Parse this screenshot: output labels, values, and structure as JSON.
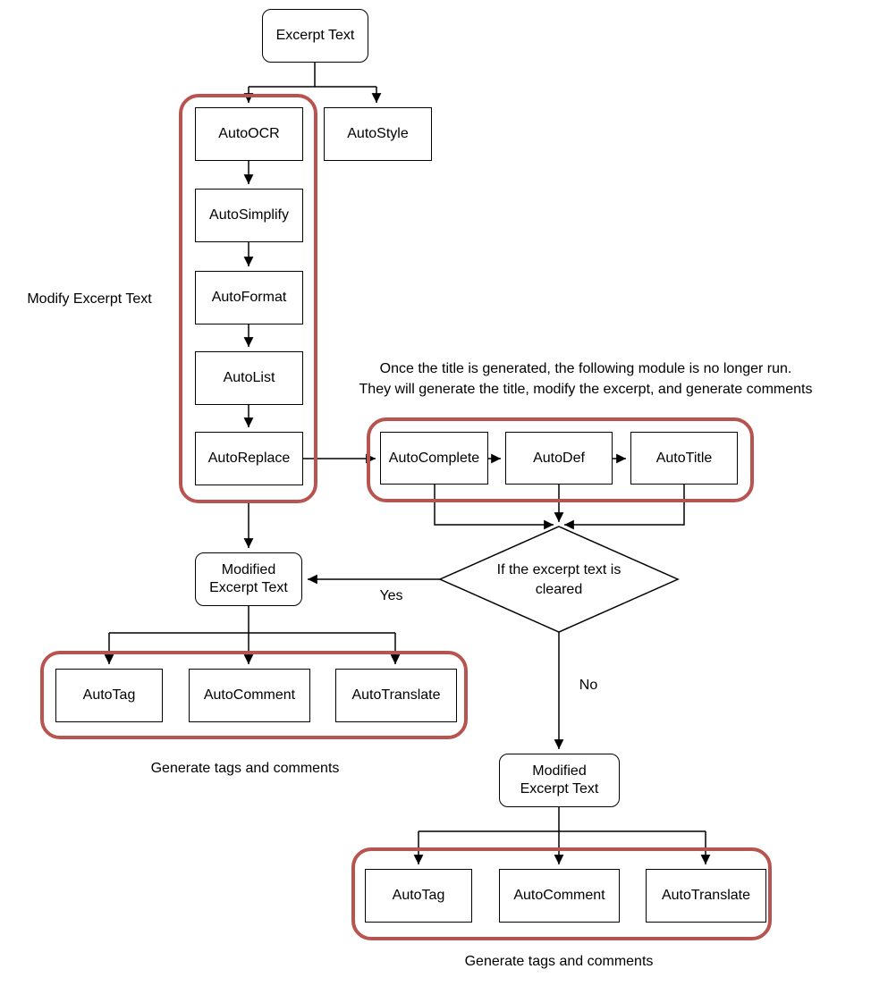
{
  "diagram": {
    "nodes": {
      "excerpt_text": "Excerpt Text",
      "auto_ocr": "AutoOCR",
      "auto_simplify": "AutoSimplify",
      "auto_format": "AutoFormat",
      "auto_list": "AutoList",
      "auto_replace": "AutoReplace",
      "auto_style": "AutoStyle",
      "auto_complete": "AutoComplete",
      "auto_def": "AutoDef",
      "auto_title": "AutoTitle",
      "modified_excerpt_left": "Modified Excerpt Text",
      "modified_excerpt_right": "Modified Excerpt Text",
      "auto_tag_left": "AutoTag",
      "auto_comment_left": "AutoComment",
      "auto_translate_left": "AutoTranslate",
      "auto_tag_right": "AutoTag",
      "auto_comment_right": "AutoComment",
      "auto_translate_right": "AutoTranslate"
    },
    "decision": {
      "line1": "If the excerpt text is",
      "line2": "cleared"
    },
    "edge_labels": {
      "yes": "Yes",
      "no": "No"
    },
    "annotations": {
      "modify_excerpt": "Modify Excerpt Text",
      "note_line1": "Once the title is generated, the following module is no longer run.",
      "note_line2": "They will generate the title, modify the excerpt, and generate comments",
      "generate_tags_left": "Generate tags and comments",
      "generate_tags_right": "Generate tags and comments"
    },
    "colors": {
      "group_border": "#b85450",
      "node_border": "#000000",
      "connector": "#000000",
      "background": "#ffffff"
    }
  }
}
